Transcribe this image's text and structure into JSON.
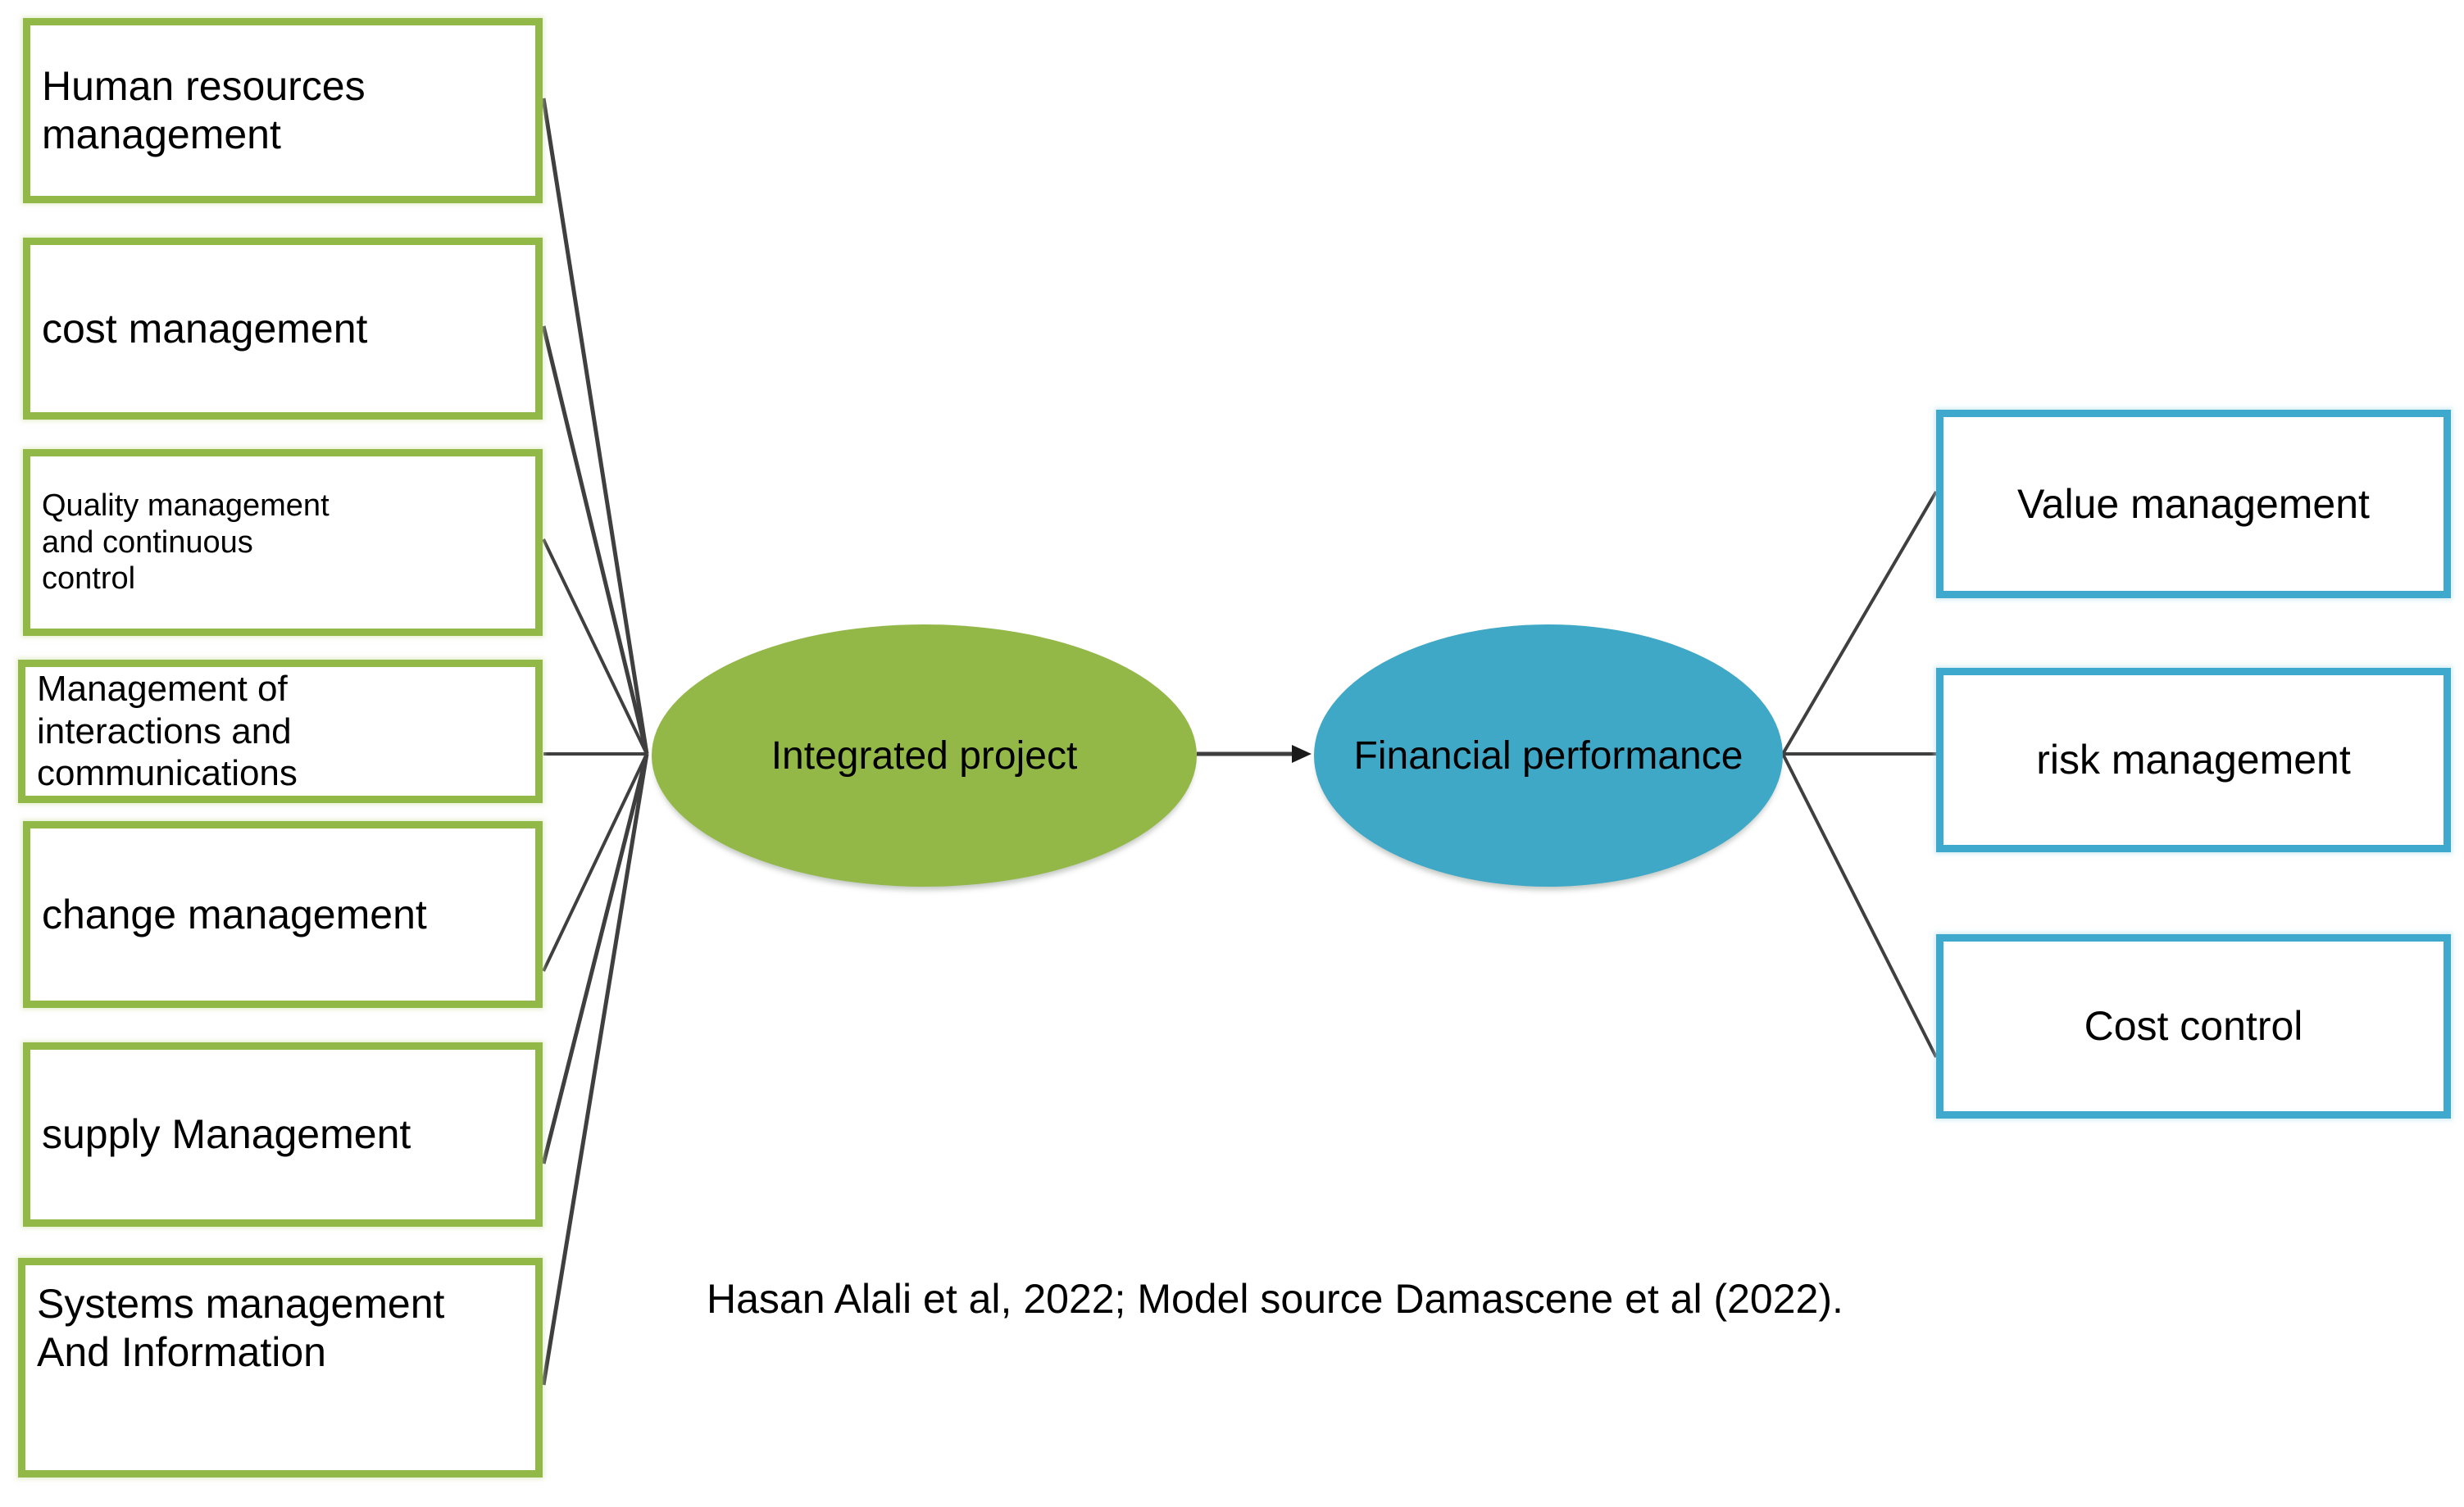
{
  "diagram": {
    "title_caption": "Hasan Alali et al, 2022; Model source Damascene et al (2022).",
    "colors": {
      "green_border": "#92b848",
      "green_fill": "#93b848",
      "blue_border": "#3fa8cd",
      "blue_fill": "#3fa8c7",
      "edge_line": "#3f3f3f",
      "text": "#000000",
      "background": "#ffffff"
    },
    "inputs": [
      {
        "label": "Human resources\nmanagement",
        "font_size": 50
      },
      {
        "label": "cost management",
        "font_size": 50
      },
      {
        "label": "Quality management\nand continuous\ncontrol",
        "font_size": 38
      },
      {
        "label": "Management of\ninteractions and\ncommunications",
        "font_size": 44
      },
      {
        "label": "change management",
        "font_size": 50
      },
      {
        "label": "supply Management",
        "font_size": 50
      },
      {
        "label": "Systems management\nAnd Information",
        "font_size": 50
      }
    ],
    "center_nodes": [
      {
        "label": "Integrated project",
        "font_size": 48,
        "shape": "ellipse",
        "fill": "green"
      },
      {
        "label": "Financial performance",
        "font_size": 48,
        "shape": "ellipse",
        "fill": "blue"
      }
    ],
    "outputs": [
      {
        "label": "Value management",
        "font_size": 50
      },
      {
        "label": "risk management",
        "font_size": 50
      },
      {
        "label": "Cost control",
        "font_size": 50
      }
    ]
  }
}
